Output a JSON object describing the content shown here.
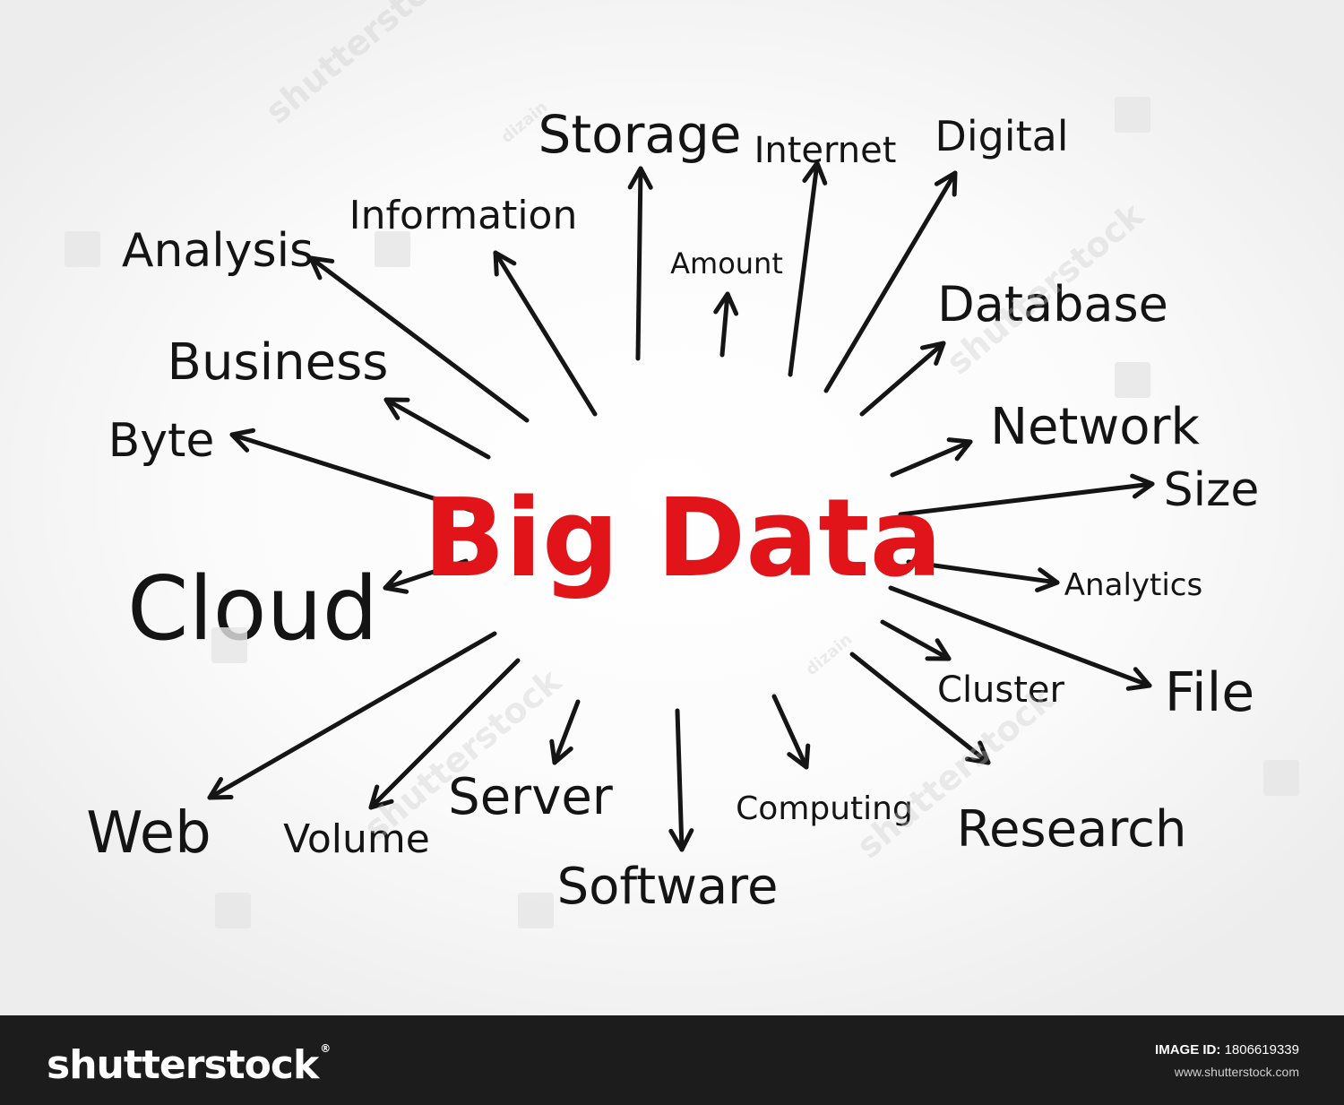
{
  "diagram": {
    "center": {
      "label": "Big Data",
      "color": "#e1141a"
    },
    "terms": [
      {
        "label": "Storage",
        "size": 58,
        "arrow": [
          [
            712,
            400
          ],
          [
            715,
            188
          ]
        ]
      },
      {
        "label": "Internet",
        "size": 40,
        "arrow": [
          [
            882,
            418
          ],
          [
            912,
            182
          ]
        ]
      },
      {
        "label": "Digital",
        "size": 46,
        "arrow": [
          [
            922,
            436
          ],
          [
            1066,
            193
          ]
        ]
      },
      {
        "label": "Amount",
        "size": 32,
        "arrow": [
          [
            806,
            396
          ],
          [
            812,
            328
          ]
        ]
      },
      {
        "label": "Information",
        "size": 44,
        "arrow": [
          [
            664,
            462
          ],
          [
            553,
            282
          ]
        ]
      },
      {
        "label": "Analysis",
        "size": 52,
        "arrow": [
          [
            588,
            469
          ],
          [
            347,
            288
          ]
        ]
      },
      {
        "label": "Database",
        "size": 54,
        "arrow": [
          [
            962,
            462
          ],
          [
            1053,
            383
          ]
        ]
      },
      {
        "label": "Business",
        "size": 56,
        "arrow": [
          [
            545,
            510
          ],
          [
            431,
            446
          ]
        ]
      },
      {
        "label": "Network",
        "size": 56,
        "arrow": [
          [
            996,
            530
          ],
          [
            1083,
            493
          ]
        ]
      },
      {
        "label": "Byte",
        "size": 52,
        "arrow": [
          [
            528,
            570
          ],
          [
            259,
            485
          ]
        ]
      },
      {
        "label": "Size",
        "size": 52,
        "arrow": [
          [
            1005,
            574
          ],
          [
            1286,
            540
          ]
        ]
      },
      {
        "label": "Cloud",
        "size": 98,
        "arrow": [
          [
            520,
            626
          ],
          [
            430,
            656
          ]
        ]
      },
      {
        "label": "Analytics",
        "size": 34,
        "arrow": [
          [
            1014,
            627
          ],
          [
            1180,
            650
          ]
        ]
      },
      {
        "label": "File",
        "size": 60,
        "arrow": [
          [
            994,
            656
          ],
          [
            1283,
            765
          ]
        ]
      },
      {
        "label": "Cluster",
        "size": 40,
        "arrow": [
          [
            985,
            694
          ],
          [
            1059,
            735
          ]
        ]
      },
      {
        "label": "Web",
        "size": 64,
        "arrow": [
          [
            552,
            707
          ],
          [
            234,
            890
          ]
        ]
      },
      {
        "label": "Volume",
        "size": 44,
        "arrow": [
          [
            578,
            737
          ],
          [
            414,
            901
          ]
        ]
      },
      {
        "label": "Server",
        "size": 56,
        "arrow": [
          [
            645,
            783
          ],
          [
            619,
            851
          ]
        ]
      },
      {
        "label": "Software",
        "size": 56,
        "arrow": [
          [
            756,
            793
          ],
          [
            761,
            948
          ]
        ]
      },
      {
        "label": "Computing",
        "size": 36,
        "arrow": [
          [
            864,
            777
          ],
          [
            900,
            856
          ]
        ]
      },
      {
        "label": "Research",
        "size": 56,
        "arrow": [
          [
            951,
            730
          ],
          [
            1103,
            851
          ]
        ]
      }
    ]
  },
  "watermark": {
    "text": "shutterstock",
    "handle": "dizain"
  },
  "footer": {
    "brand": "shutterstock",
    "brand_mark": "®",
    "image_id_label": "IMAGE ID:",
    "image_id": "1806619339",
    "site": "www.shutterstock.com"
  }
}
